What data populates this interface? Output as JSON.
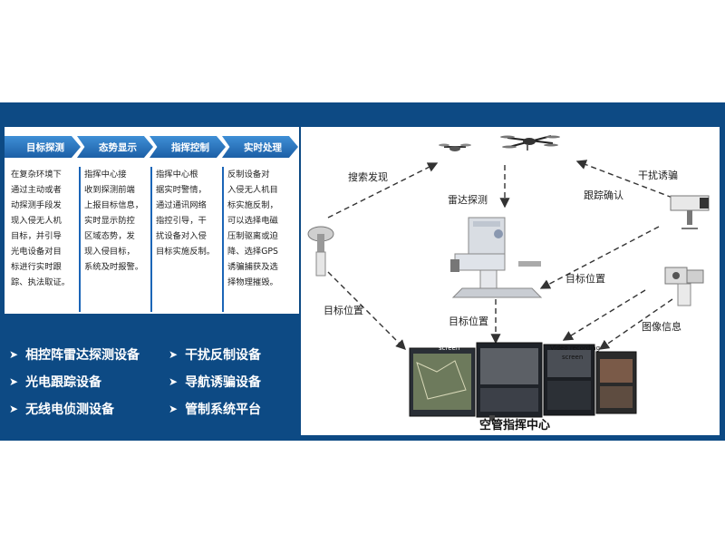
{
  "steps": [
    "目标探测",
    "态势显示",
    "指挥控制",
    "实时处理"
  ],
  "columns": [
    [
      "在复杂环境下",
      "通过主动或者",
      "动探测手段发",
      "现入侵无人机",
      "目标，并引导",
      "光电设备对目",
      "标进行实时跟",
      "踪、执法取证。"
    ],
    [
      "指挥中心接",
      "收到探测前端",
      "上报目标信息，",
      "实时显示防控",
      "区域态势，发",
      "现入侵目标，",
      "系统及时报警。"
    ],
    [
      "指挥中心根",
      "据实时警情，",
      "通过通讯网络",
      "指控引导，干",
      "扰设备对入侵",
      "目标实施反制。"
    ],
    [
      "反制设备对",
      "入侵无人机目",
      "标实施反制，",
      "可以选择电磁",
      "压制驱离或迫",
      "降、选择GPS",
      "诱骗捕获及选",
      "择物理摧毁。"
    ]
  ],
  "features": [
    "相控阵雷达探测设备",
    "干扰反制设备",
    "光电跟踪设备",
    "导航诱骗设备",
    "无线电侦测设备",
    "管制系统平台"
  ],
  "diagram": {
    "labels": {
      "search": "搜索发现",
      "radar": "雷达探测",
      "jam": "干扰诱骗",
      "track": "跟踪确认",
      "target_pos_right": "目标位置",
      "target_pos_left": "目标位置",
      "target_pos_center": "目标位置",
      "image_info": "图像信息",
      "center": "空管指挥中心"
    },
    "screen_labels": {
      "screen_left": "screen",
      "video": "Video recording",
      "screen_right": "screen"
    }
  },
  "colors": {
    "panel": "#0d4a84",
    "step": "#1c5fa6",
    "divider": "#1b65b7",
    "arrow": "#333333"
  }
}
